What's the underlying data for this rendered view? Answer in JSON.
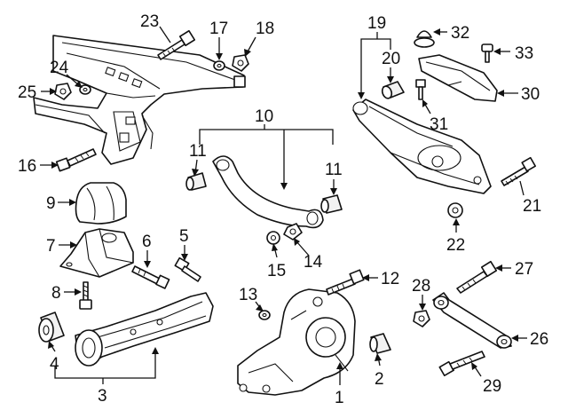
{
  "callouts": {
    "c1": "1",
    "c2": "2",
    "c3": "3",
    "c4": "4",
    "c5": "5",
    "c6": "6",
    "c7": "7",
    "c8": "8",
    "c9": "9",
    "c10": "10",
    "c11a": "11",
    "c11b": "11",
    "c12": "12",
    "c13": "13",
    "c14": "14",
    "c15": "15",
    "c16": "16",
    "c17": "17",
    "c18": "18",
    "c19": "19",
    "c20": "20",
    "c21": "21",
    "c22": "22",
    "c23": "23",
    "c24": "24",
    "c25": "25",
    "c26": "26",
    "c27": "27",
    "c28": "28",
    "c29": "29",
    "c30": "30",
    "c31": "31",
    "c32": "32",
    "c33": "33"
  }
}
